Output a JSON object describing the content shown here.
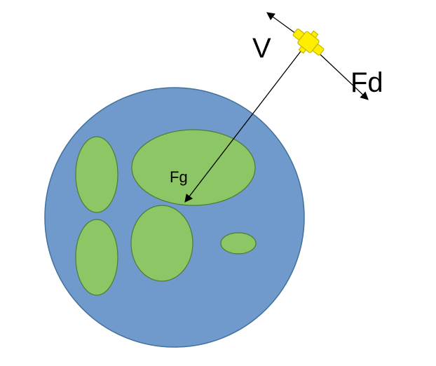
{
  "labels": {
    "velocity": "V",
    "drag_force": "Fd",
    "gravity_force": "Fg"
  },
  "colors": {
    "ocean": "#7099cc",
    "ocean_stroke": "#41719c",
    "land": "#8cc665",
    "land_stroke": "#4f7a33",
    "satellite_body": "#ffee00",
    "satellite_stroke": "#c9b800",
    "arrow": "#000000"
  },
  "icons": {
    "satellite": "satellite-icon",
    "planet": "earth-globe"
  }
}
